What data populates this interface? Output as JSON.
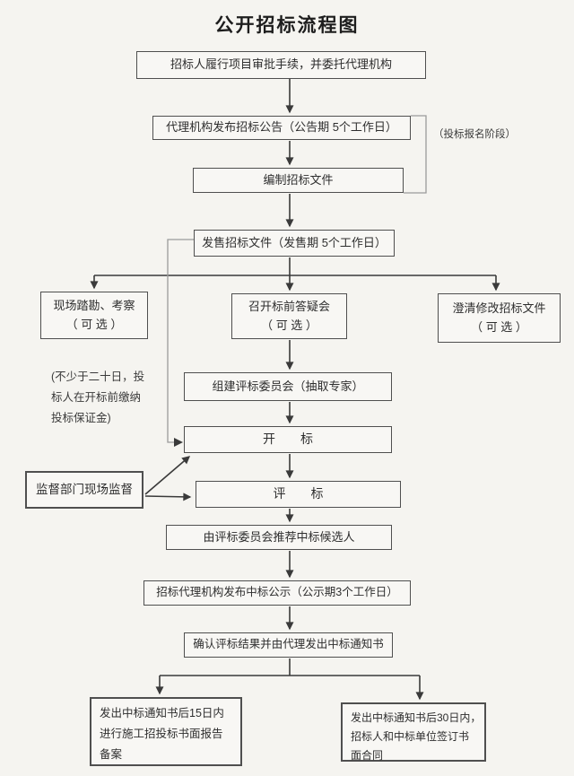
{
  "title": "公开招标流程图",
  "colors": {
    "background": "#f5f4f0",
    "box_fill": "#f8f7f4",
    "box_border": "#4f4f4f",
    "text": "#2e2e2e",
    "line": "#3a3a3a",
    "aux_line": "#9b9b9b"
  },
  "nodes": {
    "approval": "招标人履行项目审批手续，并委托代理机构",
    "announcement": "代理机构发布招标公告（公告期 5个工作日）",
    "prepare_docs": "编制招标文件",
    "sell_docs": "发售招标文件（发售期 5个工作日）",
    "site_survey": {
      "line1": "现场踏勘、考察",
      "line2": "（ 可 选 ）"
    },
    "qa_meeting": {
      "line1": "召开标前答疑会",
      "line2": "（ 可 选 ）"
    },
    "clarify_docs": {
      "line1": "澄清修改招标文件",
      "line2": "（ 可 选 ）"
    },
    "committee": "组建评标委员会（抽取专家）",
    "bid_opening": "开　　标",
    "bid_evaluation": "评　　标",
    "supervision": "监督部门现场监督",
    "recommend": "由评标委员会推荐中标候选人",
    "win_publicity": "招标代理机构发布中标公示（公示期3个工作日）",
    "confirm_notice": "确认评标结果并由代理发出中标通知书",
    "filing": {
      "lines": [
        "发出中标通知书后15日内",
        "进行施工招投标书面报告",
        "备案"
      ]
    },
    "contract": {
      "lines": [
        "发出中标通知书后30日内，",
        "招标人和中标单位签订书",
        "面合同"
      ]
    }
  },
  "annotations": {
    "registration_stage": "（投标报名阶段）",
    "deposit_note_lines": [
      "(不少于二十日，投",
      "标人在开标前缴纳",
      "投标保证金)"
    ]
  }
}
